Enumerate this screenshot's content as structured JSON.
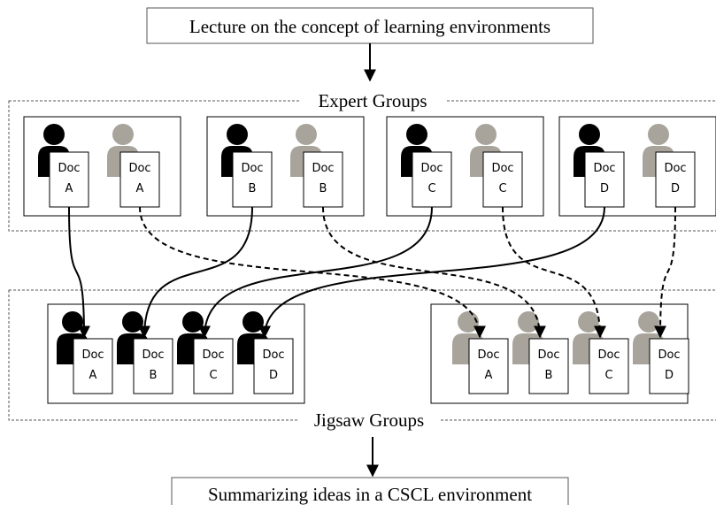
{
  "title_box": "Lecture on the concept of learning environments",
  "expert_groups_label": "Expert Groups",
  "jigsaw_groups_label": "Jigsaw Groups",
  "bottom_box": "Summarizing ideas in a CSCL environment",
  "doc_word": "Doc",
  "colors": {
    "dark_person": "#000000",
    "light_person": "#a8a49c",
    "line": "#000000",
    "dashed_border": "#555555"
  },
  "expert_groups": [
    {
      "doc": "A",
      "dark_doc": "A",
      "light_doc": "A"
    },
    {
      "doc": "B",
      "dark_doc": "B",
      "light_doc": "B"
    },
    {
      "doc": "C",
      "dark_doc": "C",
      "light_doc": "C"
    },
    {
      "doc": "D",
      "dark_doc": "D",
      "light_doc": "D"
    }
  ],
  "jigsaw_groups": [
    {
      "tone": "dark",
      "docs": [
        "A",
        "B",
        "C",
        "D"
      ]
    },
    {
      "tone": "light",
      "docs": [
        "A",
        "B",
        "C",
        "D"
      ]
    }
  ],
  "connections": [
    {
      "from_group": "A",
      "from_member": "dark",
      "to_group": 0,
      "to_doc": "A",
      "style": "solid"
    },
    {
      "from_group": "B",
      "from_member": "dark",
      "to_group": 0,
      "to_doc": "B",
      "style": "solid"
    },
    {
      "from_group": "C",
      "from_member": "dark",
      "to_group": 0,
      "to_doc": "C",
      "style": "solid"
    },
    {
      "from_group": "D",
      "from_member": "dark",
      "to_group": 0,
      "to_doc": "D",
      "style": "solid"
    },
    {
      "from_group": "A",
      "from_member": "light",
      "to_group": 1,
      "to_doc": "A",
      "style": "dashed"
    },
    {
      "from_group": "B",
      "from_member": "light",
      "to_group": 1,
      "to_doc": "B",
      "style": "dashed"
    },
    {
      "from_group": "C",
      "from_member": "light",
      "to_group": 1,
      "to_doc": "C",
      "style": "dashed"
    },
    {
      "from_group": "D",
      "from_member": "light",
      "to_group": 1,
      "to_doc": "D",
      "style": "dashed"
    }
  ]
}
